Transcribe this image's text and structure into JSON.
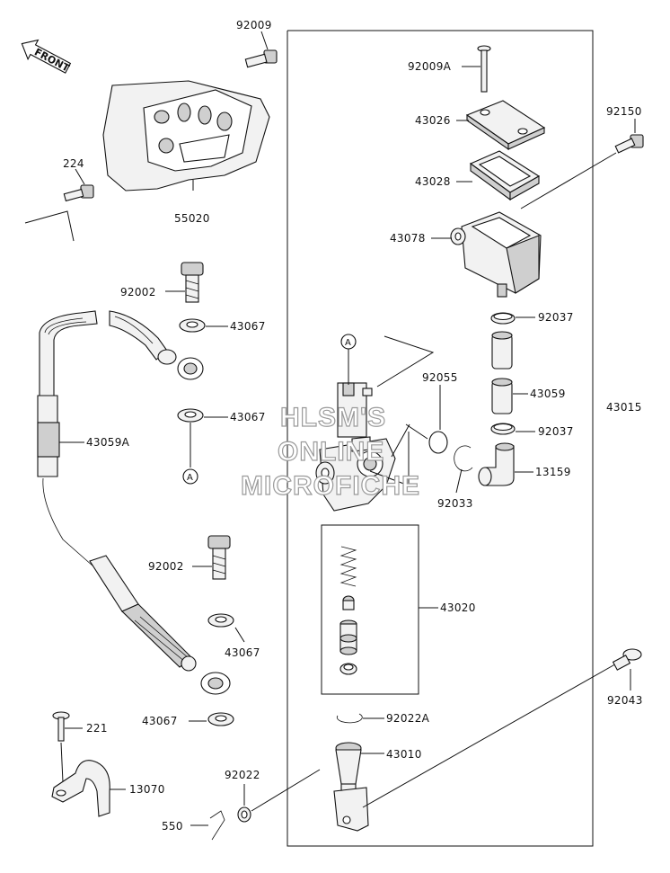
{
  "diagram": {
    "front_label": "FRONT",
    "connector_ref": "A",
    "watermark": [
      "HLSM'S",
      "ONLINE",
      "MICROFICHE"
    ],
    "parts": {
      "p92009": "92009",
      "p92009A": "92009A",
      "p43026": "43026",
      "p43028": "43028",
      "p43078": "43078",
      "p92150": "92150",
      "p224": "224",
      "p55020": "55020",
      "p92002a": "92002",
      "p43067a": "43067",
      "p43067b": "43067",
      "p92037a": "92037",
      "p92055": "92055",
      "p43059": "43059",
      "p43015": "43015",
      "p43059A": "43059A",
      "p92037b": "92037",
      "p13159": "13159",
      "p92033": "92033",
      "p92002b": "92002",
      "p43020": "43020",
      "p43067c": "43067",
      "p43067d": "43067",
      "p92043": "92043",
      "p221": "221",
      "p92022A": "92022A",
      "p43010": "43010",
      "p13070": "13070",
      "p92022": "92022",
      "p550": "550"
    }
  }
}
